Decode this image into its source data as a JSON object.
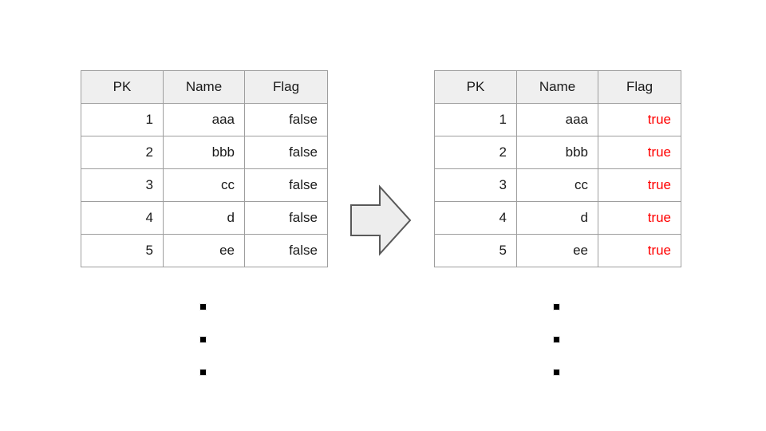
{
  "diagram": {
    "type": "before-after-table-transformation",
    "arrow": {
      "icon": "block-arrow-right-icon",
      "fill_color": "#ededed",
      "stroke_color": "#595959"
    },
    "ellipsis": {
      "icon": "vertical-ellipsis-icon",
      "dot_count": 3,
      "color": "#000000"
    }
  },
  "tables": [
    {
      "id": "before-table",
      "headers": [
        "PK",
        "Name",
        "Flag"
      ],
      "rows": [
        {
          "pk": "1",
          "name": "aaa",
          "flag": "false",
          "flag_state": "false"
        },
        {
          "pk": "2",
          "name": "bbb",
          "flag": "false",
          "flag_state": "false"
        },
        {
          "pk": "3",
          "name": "cc",
          "flag": "false",
          "flag_state": "false"
        },
        {
          "pk": "4",
          "name": "d",
          "flag": "false",
          "flag_state": "false"
        },
        {
          "pk": "5",
          "name": "ee",
          "flag": "false",
          "flag_state": "false"
        }
      ]
    },
    {
      "id": "after-table",
      "headers": [
        "PK",
        "Name",
        "Flag"
      ],
      "rows": [
        {
          "pk": "1",
          "name": "aaa",
          "flag": "true",
          "flag_state": "true"
        },
        {
          "pk": "2",
          "name": "bbb",
          "flag": "true",
          "flag_state": "true"
        },
        {
          "pk": "3",
          "name": "cc",
          "flag": "true",
          "flag_state": "true"
        },
        {
          "pk": "4",
          "name": "d",
          "flag": "true",
          "flag_state": "true"
        },
        {
          "pk": "5",
          "name": "ee",
          "flag": "true",
          "flag_state": "true"
        }
      ]
    }
  ],
  "colors": {
    "header_background": "#efefef",
    "border": "#9e9e9e",
    "text": "#1a1a1a",
    "highlight": "#ff0000"
  }
}
